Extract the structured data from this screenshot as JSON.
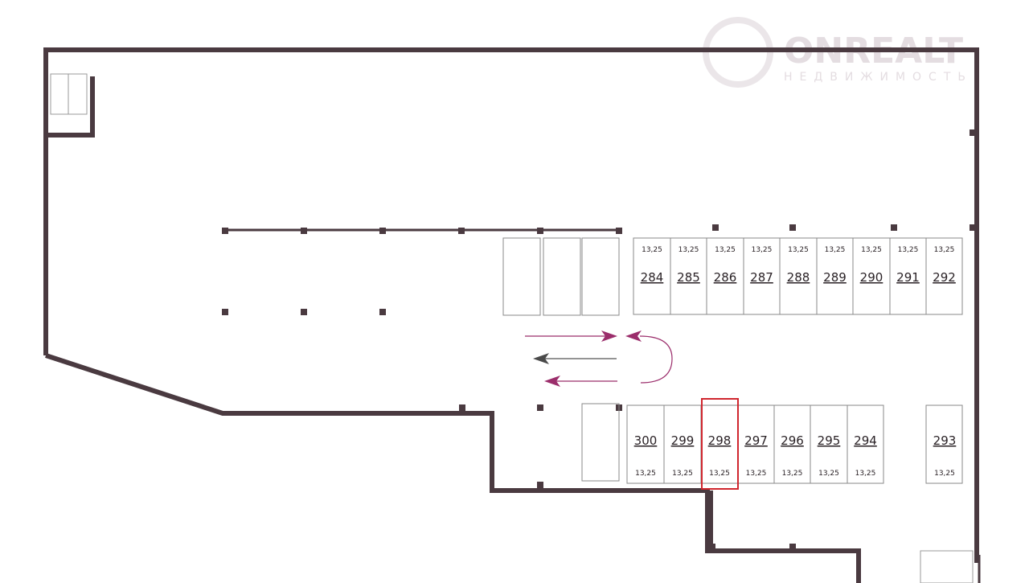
{
  "watermark": {
    "brand": "ONREALT",
    "subtitle": "НЕДВИЖИМОСТЬ"
  },
  "colors": {
    "wall": "#4a3a40",
    "highlight": "#d0262e",
    "arrow_accent": "#9b2d6b",
    "arrow_dark": "#4a4a4a"
  },
  "selected_spot": "298",
  "top_row": [
    {
      "number": "284",
      "area": "13,25"
    },
    {
      "number": "285",
      "area": "13,25"
    },
    {
      "number": "286",
      "area": "13,25"
    },
    {
      "number": "287",
      "area": "13,25"
    },
    {
      "number": "288",
      "area": "13,25"
    },
    {
      "number": "289",
      "area": "13,25"
    },
    {
      "number": "290",
      "area": "13,25"
    },
    {
      "number": "291",
      "area": "13,25"
    },
    {
      "number": "292",
      "area": "13,25"
    }
  ],
  "bottom_row": [
    {
      "number": "300",
      "area": "13,25"
    },
    {
      "number": "299",
      "area": "13,25"
    },
    {
      "number": "298",
      "area": "13,25"
    },
    {
      "number": "297",
      "area": "13,25"
    },
    {
      "number": "296",
      "area": "13,25"
    },
    {
      "number": "295",
      "area": "13,25"
    },
    {
      "number": "294",
      "area": "13,25"
    }
  ],
  "isolated_spot": {
    "number": "293",
    "area": "13,25"
  }
}
